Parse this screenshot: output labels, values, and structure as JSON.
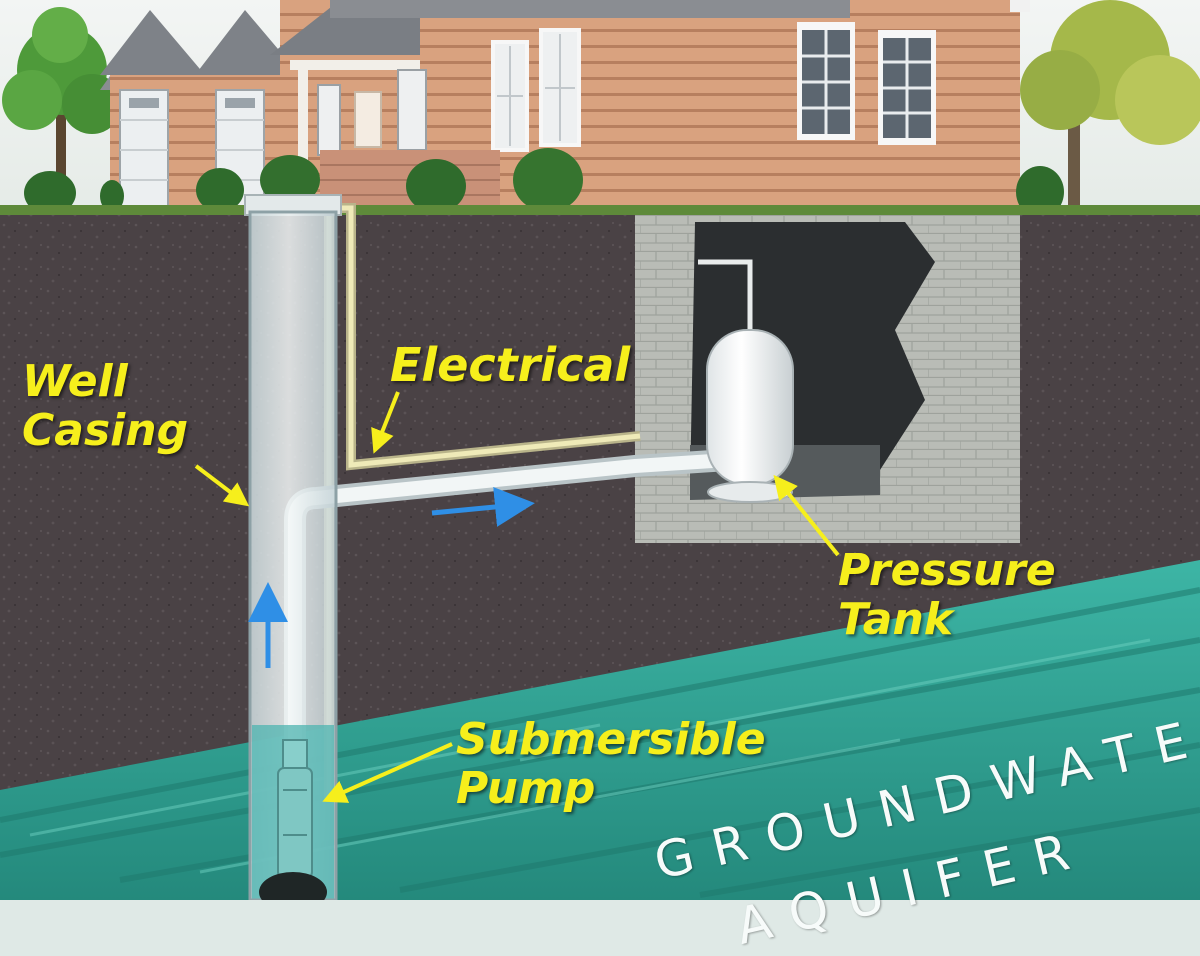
{
  "labels": {
    "well_casing": [
      "Well",
      "Casing"
    ],
    "electrical": "Electrical",
    "pressure_tank": [
      "Pressure",
      "Tank"
    ],
    "submersible_pump": [
      "Submersible",
      "Pump"
    ],
    "groundwater": "GROUNDWATER",
    "aquifer": "AQUIFER"
  },
  "colors": {
    "label": "#f6ef1c",
    "flow_arrow": "#2f8fe6",
    "soil": "#4b4346",
    "aquifer": "#2e9f90",
    "siding": "#d8a07c"
  },
  "icons": {
    "flow_arrow_up": "arrow-up-icon",
    "flow_arrow_right": "arrow-right-icon"
  }
}
